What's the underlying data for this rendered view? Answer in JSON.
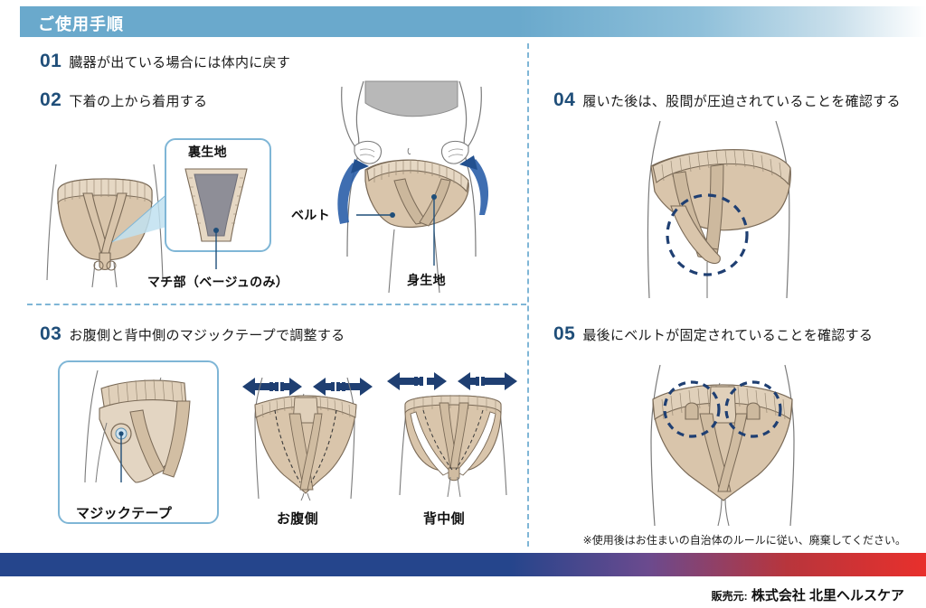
{
  "header": {
    "title": "ご使用手順",
    "bar_color": "#6aa9cc"
  },
  "steps": [
    {
      "num": "01",
      "text": "臓器が出ている場合には体内に戻す"
    },
    {
      "num": "02",
      "text": "下着の上から着用する"
    },
    {
      "num": "03",
      "text": "お腹側と背中側のマジックテープで調整する"
    },
    {
      "num": "04",
      "text": "履いた後は、股間が圧迫されていることを確認する"
    },
    {
      "num": "05",
      "text": "最後にベルトが固定されていることを確認する"
    }
  ],
  "labels": {
    "lining": "裏生地",
    "gusset": "マチ部（ベージュのみ）",
    "belt": "ベルト",
    "body_fabric": "身生地",
    "hook_and_loop": "マジックテープ",
    "front_side": "お腹側",
    "back_side": "背中側"
  },
  "footer": {
    "note": "※使用後はお住まいの自治体のルールに従い、廃棄してください。",
    "seller_lead": "販売元:",
    "seller_name": "株式会社 北里ヘルスケア",
    "bar_start_color": "#25458c",
    "bar_end_color": "#e8302c"
  },
  "colors": {
    "accent_blue": "#7fb6d6",
    "step_number": "#1f4e79",
    "arrow_navy": "#1f3f72",
    "fabric_beige": "#d7c3a8",
    "fabric_beige_light": "#e6d8c4",
    "skin_outline": "#6b6b6b"
  }
}
